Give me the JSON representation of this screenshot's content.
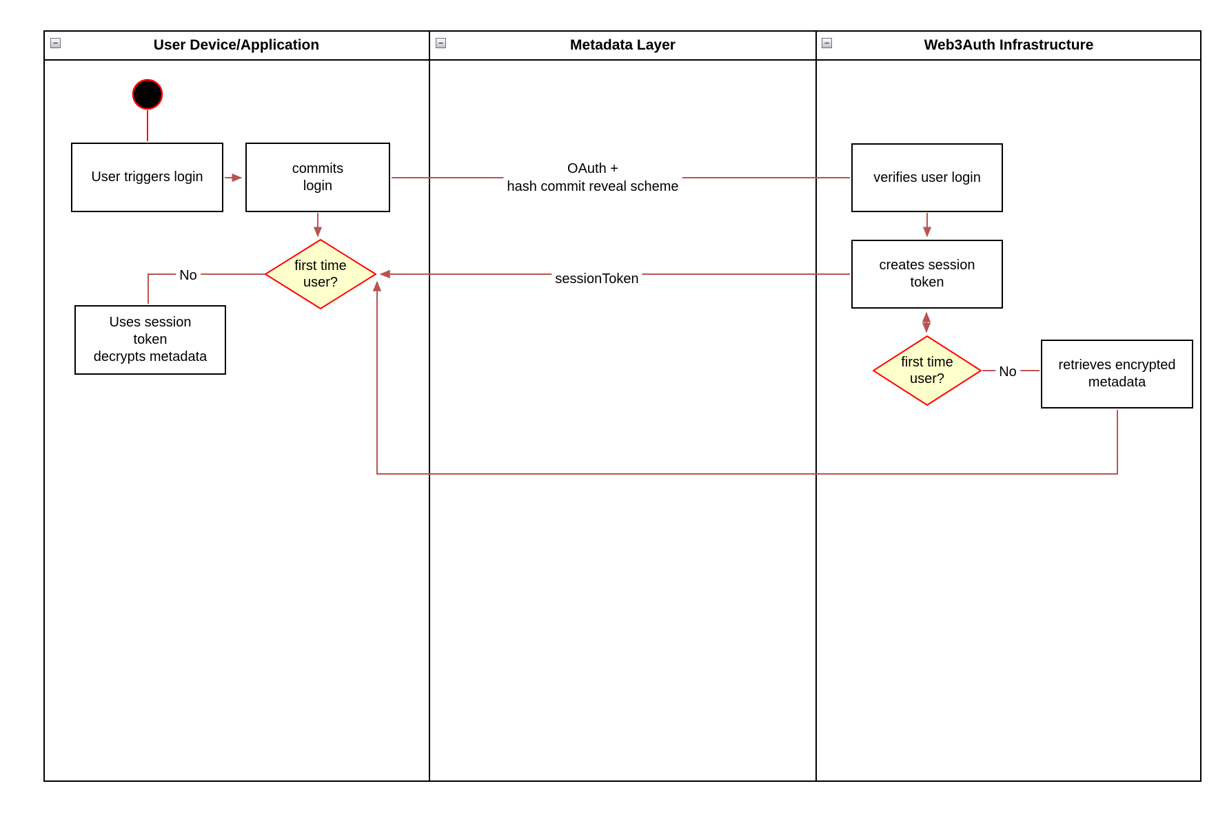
{
  "lanes": [
    {
      "title": "User Device/Application",
      "collapse_glyph": "−"
    },
    {
      "title": "Metadata Layer",
      "collapse_glyph": "−"
    },
    {
      "title": "Web3Auth Infrastructure",
      "collapse_glyph": "−"
    }
  ],
  "nodes": {
    "user_triggers_login": "User triggers login",
    "commits_login": "commits\nlogin",
    "first_time_user_left": "first time\nuser?",
    "uses_session_token": "Uses session\ntoken\ndecrypts metadata",
    "verifies_user_login": "verifies user login",
    "creates_session_token": "creates session\ntoken",
    "first_time_user_right": "first time\nuser?",
    "retrieves_encrypted_metadata": "retrieves encrypted\nmetadata"
  },
  "edge_labels": {
    "oauth": "OAuth +\nhash commit reveal scheme",
    "session_token": "sessionToken",
    "no_left": "No",
    "no_right": "No"
  },
  "colors": {
    "connector_red": "#b85450",
    "highlight_red": "#ff0000",
    "diamond_fill": "#ffffcc",
    "node_border": "#000000",
    "lane_border": "#000000"
  }
}
